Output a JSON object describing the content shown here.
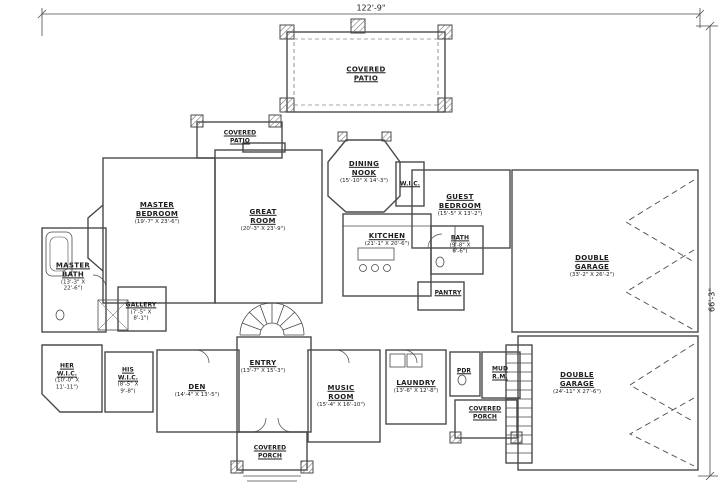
{
  "colors": {
    "line": "#4a4a4a",
    "background": "#ffffff",
    "text": "#1d1d1d"
  },
  "dimensions": {
    "overall_width": "122'-9\"",
    "overall_height": "66'-3\""
  },
  "rooms": {
    "covered_patio_top": {
      "name": "COVERED\nPATIO",
      "dims": ""
    },
    "covered_patio_left": {
      "name": "COVERED\nPATIO",
      "dims": ""
    },
    "dining_nook": {
      "name": "DINING\nNOOK",
      "dims": "(15'-10\" X 14'-3\")"
    },
    "wic_top": {
      "name": "W.I.C.",
      "dims": ""
    },
    "guest_bedroom": {
      "name": "GUEST\nBEDROOM",
      "dims": "(15'-5\" X 13'-2\")"
    },
    "master_bedroom": {
      "name": "MASTER\nBEDROOM",
      "dims": "(19'-7\" X 23'-6\")"
    },
    "great_room": {
      "name": "GREAT\nROOM",
      "dims": "(20'-3\" X 23'-9\")"
    },
    "kitchen": {
      "name": "KITCHEN",
      "dims": "(21'-1\" X 20'-6\")"
    },
    "bath": {
      "name": "BATH",
      "dims": "(9'-8\" X\n6'-6\")"
    },
    "double_garage_right": {
      "name": "DOUBLE\nGARAGE",
      "dims": "(33'-2\" X 26'-2\")"
    },
    "master_bath": {
      "name": "MASTER\nBATH",
      "dims": "(13'-3\" X\n22'-6\")"
    },
    "gallery": {
      "name": "GALLERY",
      "dims": "(7'-5\" X\n8'-1\")"
    },
    "pantry": {
      "name": "PANTRY",
      "dims": ""
    },
    "her_wic": {
      "name": "HER\nW.I.C.",
      "dims": "(10'-0\" X\n11'-11\")"
    },
    "his_wic": {
      "name": "HIS\nW.I.C.",
      "dims": "(8'-5\" X\n9'-8\")"
    },
    "den": {
      "name": "DEN",
      "dims": "(14'-4\" X 13'-5\")"
    },
    "entry": {
      "name": "ENTRY",
      "dims": "(13'-7\" X 15'-3\")"
    },
    "music_room": {
      "name": "MUSIC\nROOM",
      "dims": "(15'-4\" X 16'-10\")"
    },
    "laundry": {
      "name": "LAUNDRY",
      "dims": "(13'-6\" X 12'-8\")"
    },
    "pdr": {
      "name": "PDR",
      "dims": ""
    },
    "mud_room": {
      "name": "MUD\nR.M.",
      "dims": ""
    },
    "covered_porch_right": {
      "name": "COVERED\nPORCH",
      "dims": ""
    },
    "double_garage_bottom": {
      "name": "DOUBLE\nGARAGE",
      "dims": "(24'-11\" X 27'-6\")"
    },
    "covered_porch_bottom": {
      "name": "COVERED\nPORCH",
      "dims": ""
    }
  }
}
